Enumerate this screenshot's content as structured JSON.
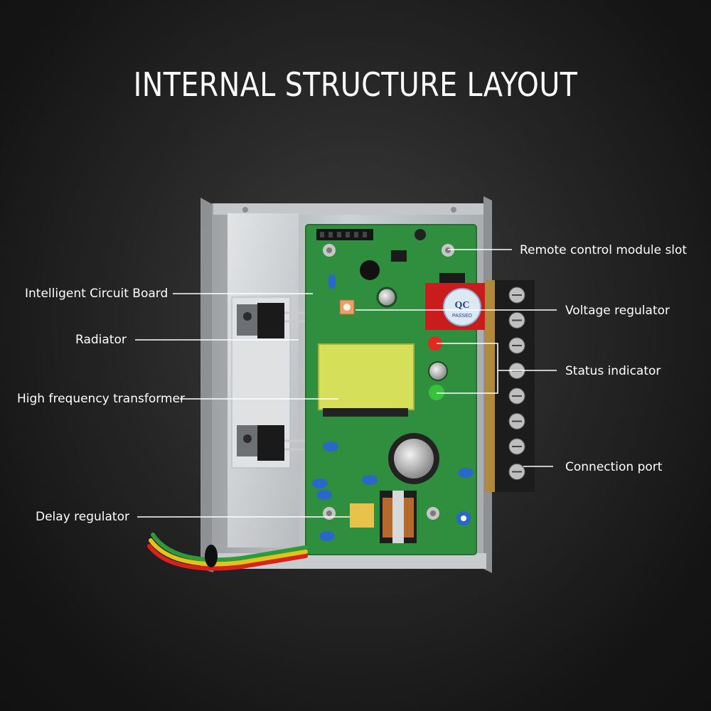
{
  "title": "INTERNAL STRUCTURE LAYOUT",
  "labels": {
    "intelligent_circuit_board": "Intelligent Circuit Board",
    "radiator": "Radiator",
    "high_frequency_transformer": "High frequency transformer",
    "delay_regulator": "Delay regulator",
    "remote_control_module_slot": "Remote control module slot",
    "voltage_regulator": "Voltage regulator",
    "status_indicator": "Status indicator",
    "connection_port": "Connection port"
  },
  "qc_sticker": "QC",
  "qc_sticker_sub": "PASSED",
  "colors": {
    "pcb": "#2f8f3e",
    "transformer": "#d6df5a",
    "terminal_block": "#1c1c1c",
    "enclosure": "#b9bcbe",
    "led_red": "#e02a1f",
    "led_green": "#36c23a",
    "wire_red": "#d8231c",
    "wire_yellow": "#e3c31a",
    "wire_green": "#2f9a3a"
  }
}
